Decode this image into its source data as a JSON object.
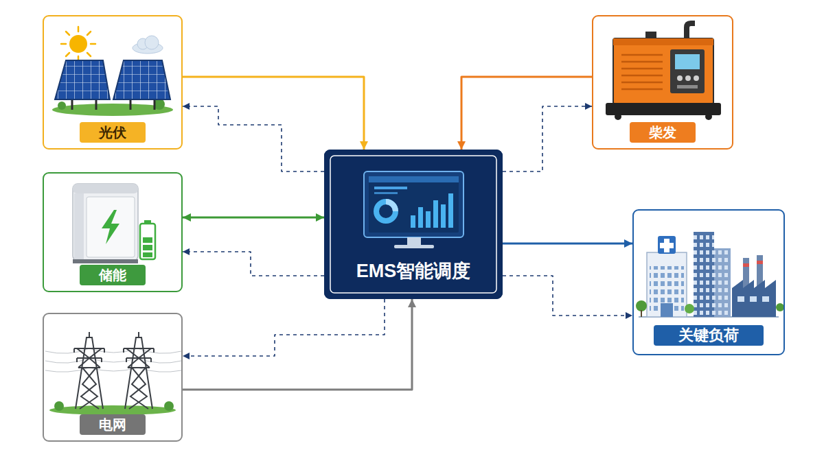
{
  "diagram": {
    "nodes": [
      {
        "text": [
          "光伏"
        ]
      },
      {
        "text": [
          "柴发"
        ]
      },
      {
        "text": [
          "储能"
        ]
      },
      {
        "text": [
          "EMS智能调度"
        ]
      },
      {
        "text": [
          "关键负荷"
        ]
      },
      {
        "text": [
          "电网"
        ]
      }
    ],
    "edges": [
      {
        "from": 0,
        "to": 3,
        "arrow": "to"
      },
      {
        "from": 3,
        "to": 0,
        "arrow": "to"
      },
      {
        "from": 1,
        "to": 3,
        "arrow": "to"
      },
      {
        "from": 3,
        "to": 1,
        "arrow": "to"
      },
      {
        "from": 2,
        "to": 3,
        "arrow": "both"
      },
      {
        "from": 3,
        "to": 2,
        "arrow": "to"
      },
      {
        "from": 3,
        "to": 4,
        "arrow": "to"
      },
      {
        "from": 3,
        "to": 4,
        "arrow": "to"
      },
      {
        "from": 5,
        "to": 3,
        "arrow": "to"
      },
      {
        "from": 3,
        "to": 5,
        "arrow": "to"
      }
    ]
  }
}
